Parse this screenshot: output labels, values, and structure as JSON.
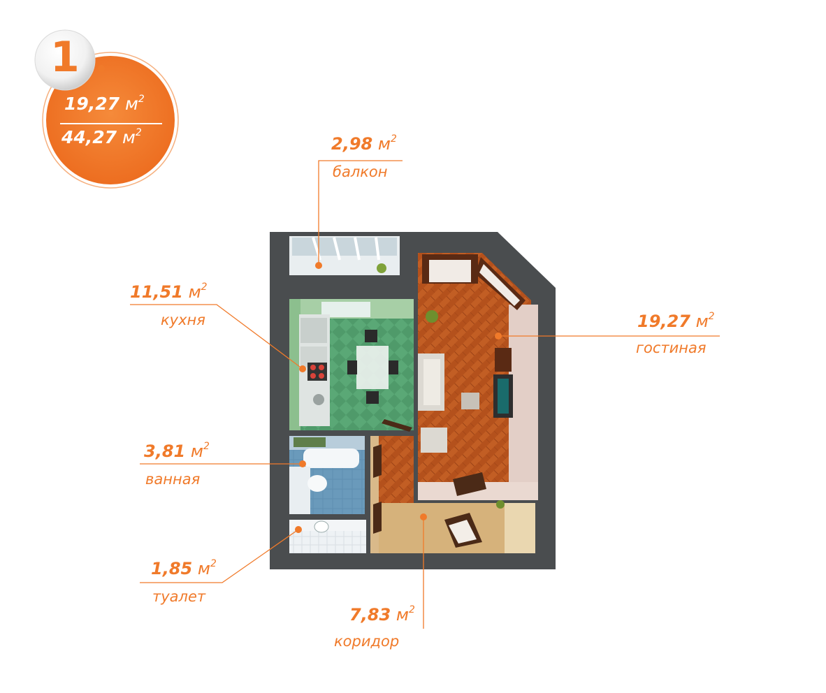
{
  "badge": {
    "number": "1",
    "living_area": "19,27",
    "total_area": "44,27",
    "unit": "м",
    "unit_power": "2",
    "color": "#f07a2a"
  },
  "rooms": [
    {
      "id": "balcony",
      "area": "2,98",
      "name": "балкон"
    },
    {
      "id": "kitchen",
      "area": "11,51",
      "name": "кухня"
    },
    {
      "id": "bathroom",
      "area": "3,81",
      "name": "ванная"
    },
    {
      "id": "toilet",
      "area": "1,85",
      "name": "туалет"
    },
    {
      "id": "corridor",
      "area": "7,83",
      "name": "коридор"
    },
    {
      "id": "living",
      "area": "19,27",
      "name": "гостиная"
    }
  ],
  "colors": {
    "accent": "#f07a2a",
    "wall": "#4a4d4f",
    "kitchen_floor": "#4f9a6a",
    "parquet": "#b8521c",
    "bath_tile": "#5f8fb0",
    "toilet_tile": "#dfe5ea",
    "corridor_wall": "#d9b98a"
  }
}
